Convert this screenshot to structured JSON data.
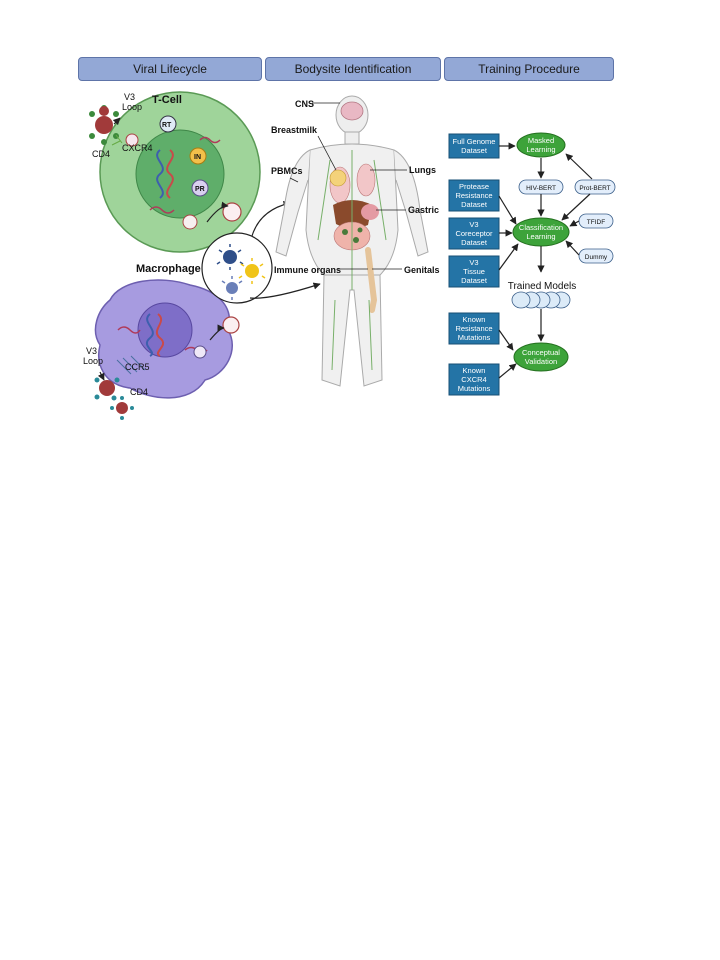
{
  "headers": {
    "viral": "Viral Lifecycle",
    "bodysite": "Bodysite Identification",
    "training": "Training Procedure"
  },
  "viral": {
    "tcell": "T-Cell",
    "v3loop_line1": "V3",
    "v3loop_line2": "Loop",
    "cd4": "CD4",
    "cxcr4": "CXCR4",
    "rt": "RT",
    "in": "IN",
    "pr": "PR",
    "macrophage": "Macrophage",
    "v3loop2_line1": "V3",
    "v3loop2_line2": "Loop",
    "ccr5": "CCR5",
    "cd4_2": "CD4"
  },
  "body": {
    "cns": "CNS",
    "breastmilk": "Breastmilk",
    "pbmcs": "PBMCs",
    "lungs": "Lungs",
    "gastric": "Gastric",
    "immune_organs": "Immune organs",
    "genitals": "Genitals"
  },
  "training": {
    "full_genome": [
      "Full Genome",
      "Dataset"
    ],
    "protease": [
      "Protease",
      "Resistance",
      "Dataset"
    ],
    "v3_coreceptor": [
      "V3",
      "Coreceptor",
      "Dataset"
    ],
    "v3_tissue": [
      "V3",
      "Tissue",
      "Dataset"
    ],
    "masked": [
      "Masked",
      "Learning"
    ],
    "classification": [
      "Classification",
      "Learning"
    ],
    "hiv_bert": "HIV-BERT",
    "prot_bert": "Prot-BERT",
    "tfidf": "TFIDF",
    "dummy": "Dummy",
    "trained_models": "Trained Models",
    "known_resistance": [
      "Known",
      "Resistance",
      "Mutations"
    ],
    "known_cxcr4": [
      "Known",
      "CXCR4",
      "Mutations"
    ],
    "conceptual": [
      "Conceptual",
      "Validation"
    ]
  },
  "colors": {
    "header": "#93a8d6",
    "tcell": "#8fc98a",
    "macrophage": "#a79be0",
    "dataset_box": "#2474a6",
    "learning_node": "#3da33a",
    "model_pill": "#e3eefb"
  }
}
